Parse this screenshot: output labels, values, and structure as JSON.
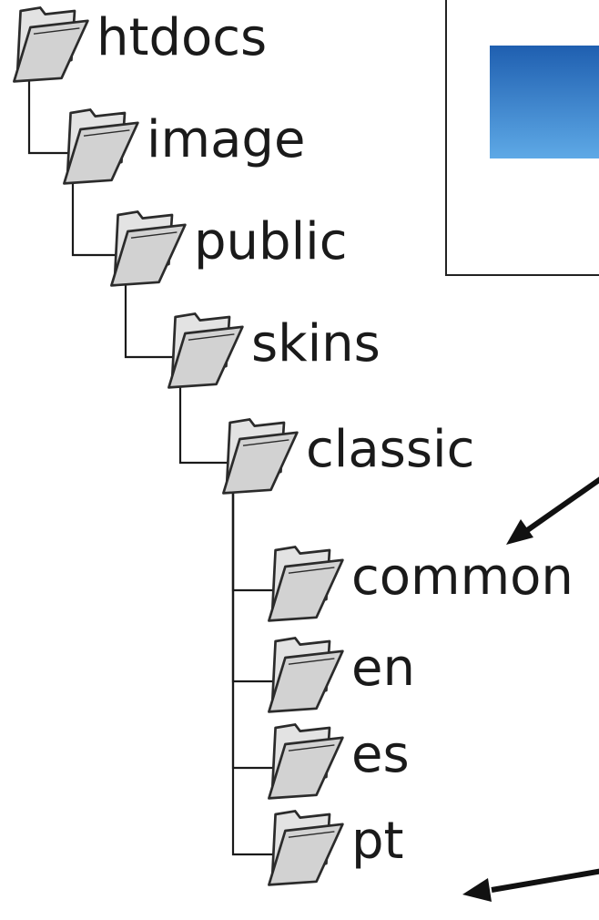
{
  "tree": {
    "nodes": [
      {
        "id": "htdocs",
        "label": "htdocs",
        "depth": 0
      },
      {
        "id": "image",
        "label": "image",
        "depth": 1
      },
      {
        "id": "public",
        "label": "public",
        "depth": 2
      },
      {
        "id": "skins",
        "label": "skins",
        "depth": 3
      },
      {
        "id": "classic",
        "label": "classic",
        "depth": 4
      },
      {
        "id": "common",
        "label": "common",
        "depth": 5
      },
      {
        "id": "en",
        "label": "en",
        "depth": 5
      },
      {
        "id": "es",
        "label": "es",
        "depth": 5
      },
      {
        "id": "pt",
        "label": "pt",
        "depth": 5
      }
    ]
  },
  "colors": {
    "folder_fill": "#d9d9d9",
    "folder_stroke": "#2b2b2b",
    "connector": "#1a1a1a",
    "text": "#1a1a1a",
    "panel_border": "#222222",
    "swatch_top": "#1f5fb0",
    "swatch_bottom": "#5ea9e6",
    "arrow": "#111111"
  },
  "icons": {
    "folder": "folder-open-icon",
    "arrow": "arrow-left-down-icon"
  }
}
